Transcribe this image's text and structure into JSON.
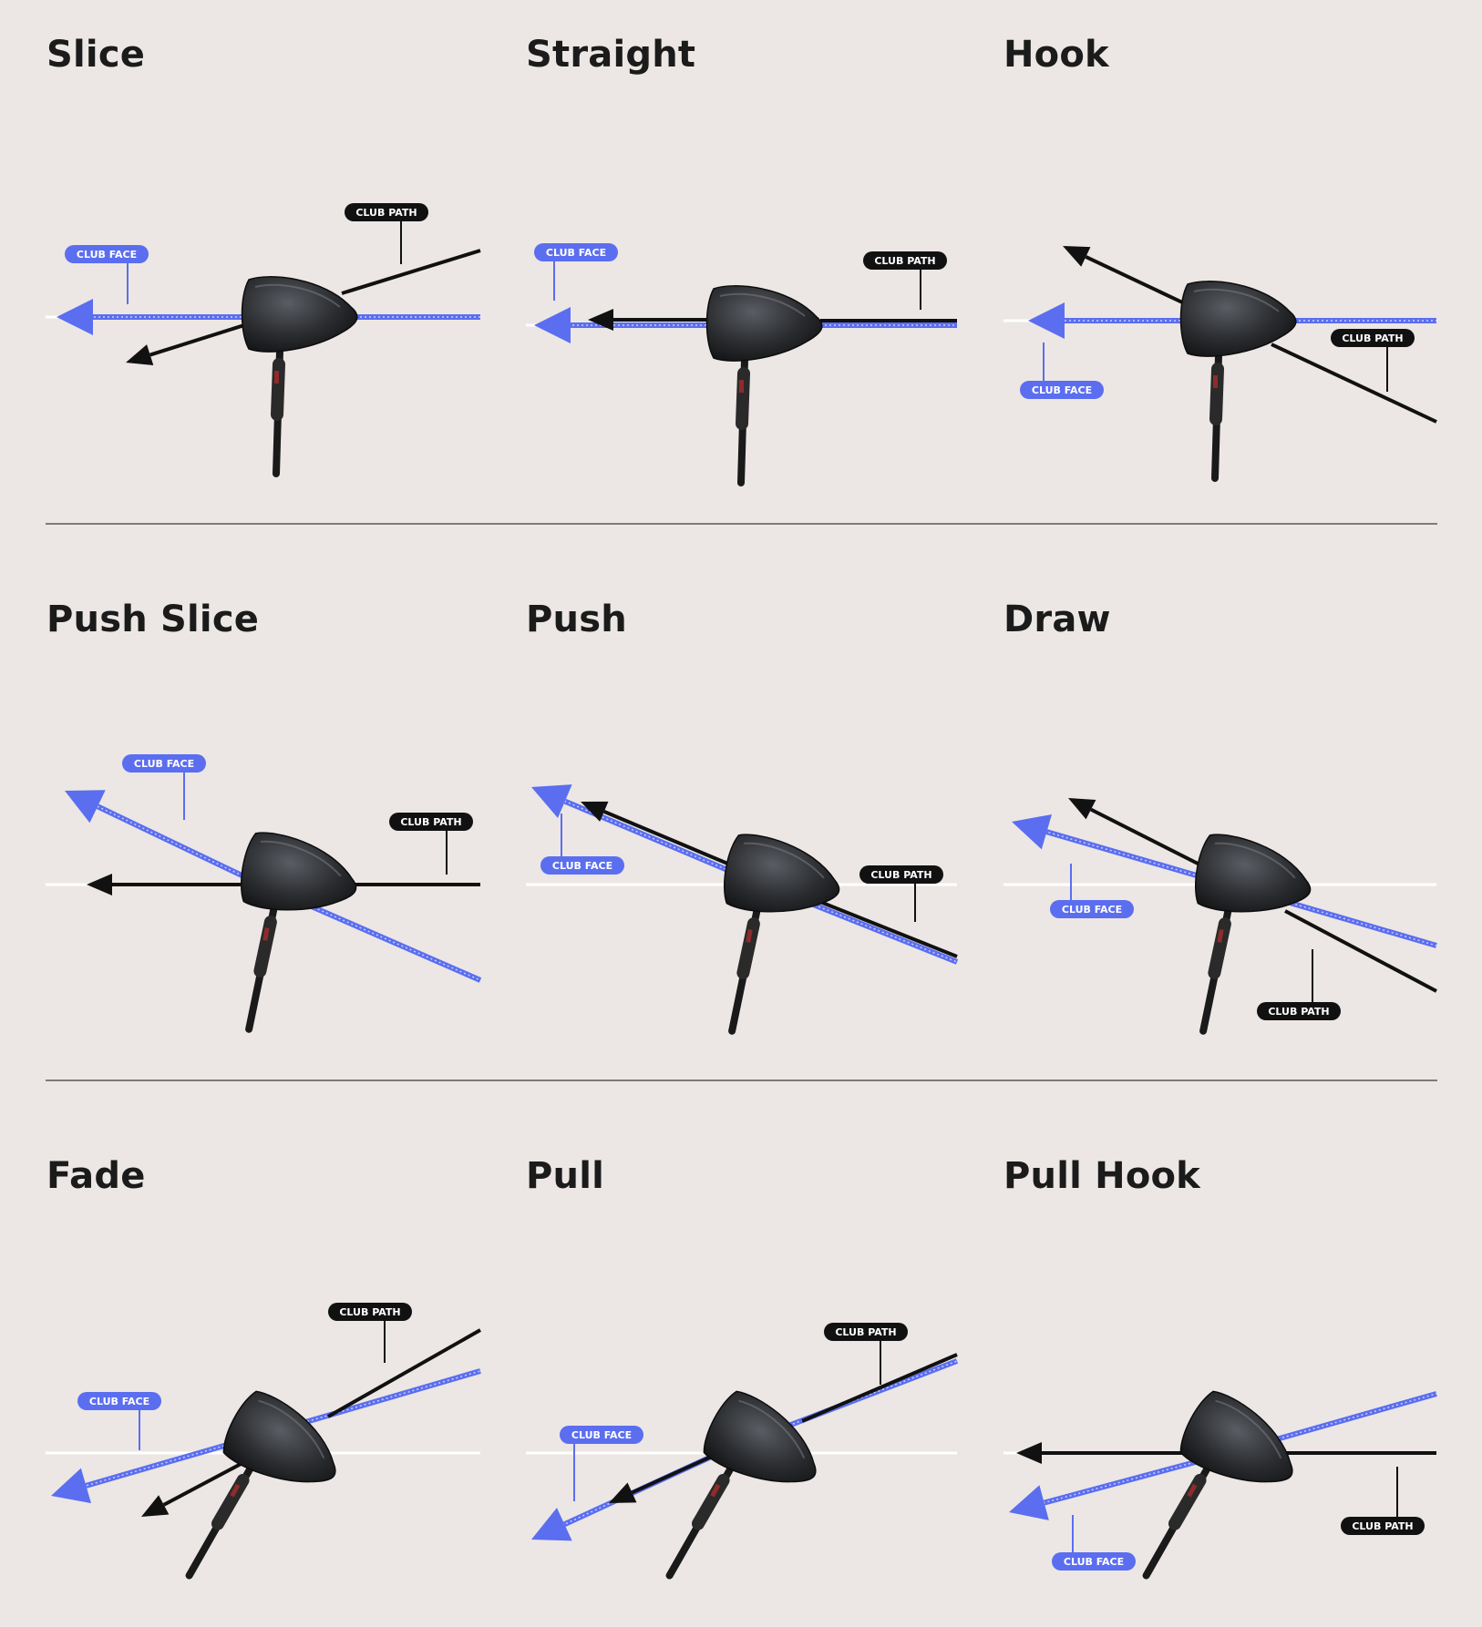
{
  "colors": {
    "background": "#ece7e4",
    "club_face": "#5b6ef0",
    "club_path": "#111111",
    "target_line": "#ffffff",
    "club_head": "#2b2d30"
  },
  "labels": {
    "club_face": "CLUB FACE",
    "club_path": "CLUB PATH"
  },
  "shots": [
    {
      "title": "Slice"
    },
    {
      "title": "Straight"
    },
    {
      "title": "Hook"
    },
    {
      "title": "Push Slice"
    },
    {
      "title": "Push"
    },
    {
      "title": "Draw"
    },
    {
      "title": "Fade"
    },
    {
      "title": "Pull"
    },
    {
      "title": "Pull Hook"
    }
  ]
}
